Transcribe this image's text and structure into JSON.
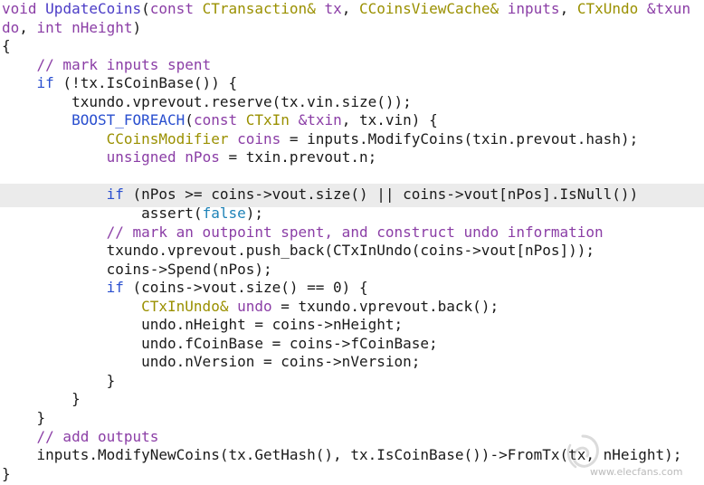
{
  "editor": {
    "current_line": 10,
    "lines": [
      [
        [
          "void",
          "#8b3ea6"
        ],
        [
          " "
        ],
        [
          "UpdateCoins",
          "#4a3bc6"
        ],
        [
          "("
        ],
        [
          "const",
          "#8b3ea6"
        ],
        [
          " "
        ],
        [
          "CTransaction&",
          "#9a9000"
        ],
        [
          " "
        ],
        [
          "tx",
          "#8b3ea6"
        ],
        [
          ", "
        ],
        [
          "CCoinsViewCache&",
          "#9a9000"
        ],
        [
          " "
        ],
        [
          "inputs",
          "#8b3ea6"
        ],
        [
          ", "
        ],
        [
          "CTxUndo",
          "#9a9000"
        ],
        [
          " "
        ],
        [
          "&txun",
          "#8b3ea6"
        ]
      ],
      [
        [
          "do",
          "#8b3ea6"
        ],
        [
          ", "
        ],
        [
          "int",
          "#8b3ea6"
        ],
        [
          " "
        ],
        [
          "nHeight",
          "#8b3ea6"
        ],
        [
          ")"
        ]
      ],
      [
        [
          "{"
        ]
      ],
      [
        [
          "    "
        ],
        [
          "// mark inputs spent",
          "#8b3ea6"
        ]
      ],
      [
        [
          "    "
        ],
        [
          "if",
          "#2a4fcf"
        ],
        [
          " (!tx.IsCoinBase()) {"
        ]
      ],
      [
        [
          "        txundo.vprevout.reserve(tx.vin.size());"
        ]
      ],
      [
        [
          "        "
        ],
        [
          "BOOST_FOREACH",
          "#2a4fcf"
        ],
        [
          "("
        ],
        [
          "const",
          "#8b3ea6"
        ],
        [
          " "
        ],
        [
          "CTxIn",
          "#9a9000"
        ],
        [
          " "
        ],
        [
          "&txin",
          "#8b3ea6"
        ],
        [
          ", tx.vin) {"
        ]
      ],
      [
        [
          "            "
        ],
        [
          "CCoinsModifier",
          "#9a9000"
        ],
        [
          " "
        ],
        [
          "coins",
          "#8b3ea6"
        ],
        [
          " = inputs.ModifyCoins(txin.prevout.hash);"
        ]
      ],
      [
        [
          "            "
        ],
        [
          "unsigned",
          "#8b3ea6"
        ],
        [
          " "
        ],
        [
          "nPos",
          "#8b3ea6"
        ],
        [
          " = txin.prevout.n;"
        ]
      ],
      [],
      [
        [
          "            "
        ],
        [
          "if",
          "#2a4fcf"
        ],
        [
          " (nPos >= coins->vout.size() || coins->vout[nPos].IsNull())"
        ]
      ],
      [
        [
          "                assert("
        ],
        [
          "false",
          "#1f83b8"
        ],
        [
          ");"
        ]
      ],
      [
        [
          "            "
        ],
        [
          "// mark an outpoint spent, and construct undo information",
          "#8b3ea6"
        ]
      ],
      [
        [
          "            txundo.vprevout.push_back(CTxInUndo(coins->vout[nPos]));"
        ]
      ],
      [
        [
          "            coins->Spend(nPos);"
        ]
      ],
      [
        [
          "            "
        ],
        [
          "if",
          "#2a4fcf"
        ],
        [
          " (coins->vout.size() == 0) {"
        ]
      ],
      [
        [
          "                "
        ],
        [
          "CTxInUndo&",
          "#9a9000"
        ],
        [
          " "
        ],
        [
          "undo",
          "#8b3ea6"
        ],
        [
          " = txundo.vprevout.back();"
        ]
      ],
      [
        [
          "                undo.nHeight = coins->nHeight;"
        ]
      ],
      [
        [
          "                undo.fCoinBase = coins->fCoinBase;"
        ]
      ],
      [
        [
          "                undo.nVersion = coins->nVersion;"
        ]
      ],
      [
        [
          "            }"
        ]
      ],
      [
        [
          "        }"
        ]
      ],
      [
        [
          "    }"
        ]
      ],
      [
        [
          "    "
        ],
        [
          "// add outputs",
          "#8b3ea6"
        ]
      ],
      [
        [
          "    inputs.ModifyNewCoins(tx.GetHash(), tx.IsCoinBase())->FromTx(tx, nHeight);"
        ]
      ],
      [
        [
          "}"
        ]
      ]
    ]
  },
  "watermark": {
    "text": "www.elecfans.com",
    "color": "#8c8c8c"
  }
}
